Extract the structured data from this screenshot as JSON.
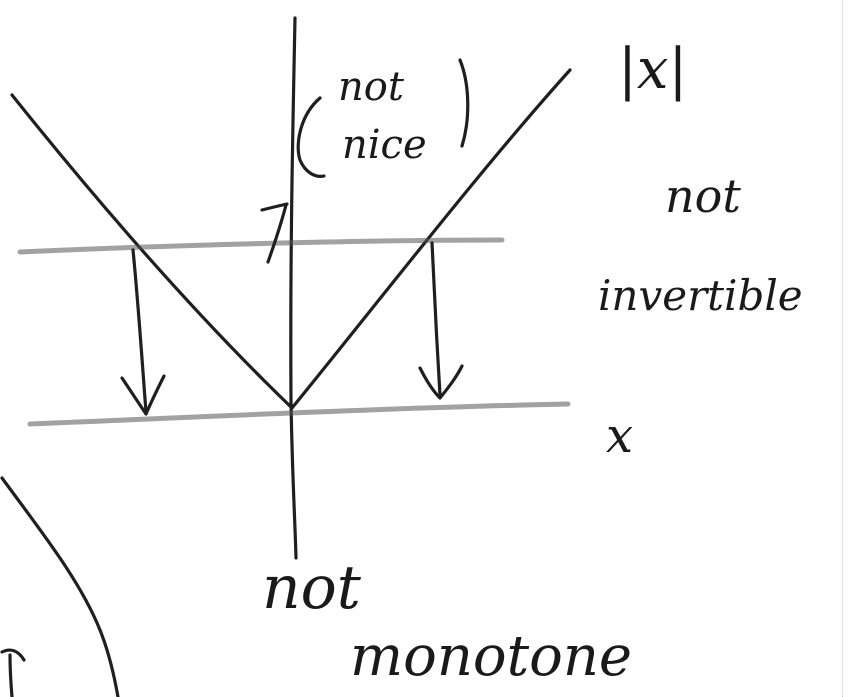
{
  "labels": {
    "abs_x": "|x|",
    "not_nice_line1": "not",
    "not_nice_line2": "nice",
    "not_invertible_line1": "not",
    "not_invertible_line2": "invertible",
    "x_axis": "x",
    "not_monotone_line1": "not",
    "not_monotone_line2": "monotone"
  },
  "colors": {
    "ink": "#1f1f1f",
    "paper": "#ffffff"
  }
}
